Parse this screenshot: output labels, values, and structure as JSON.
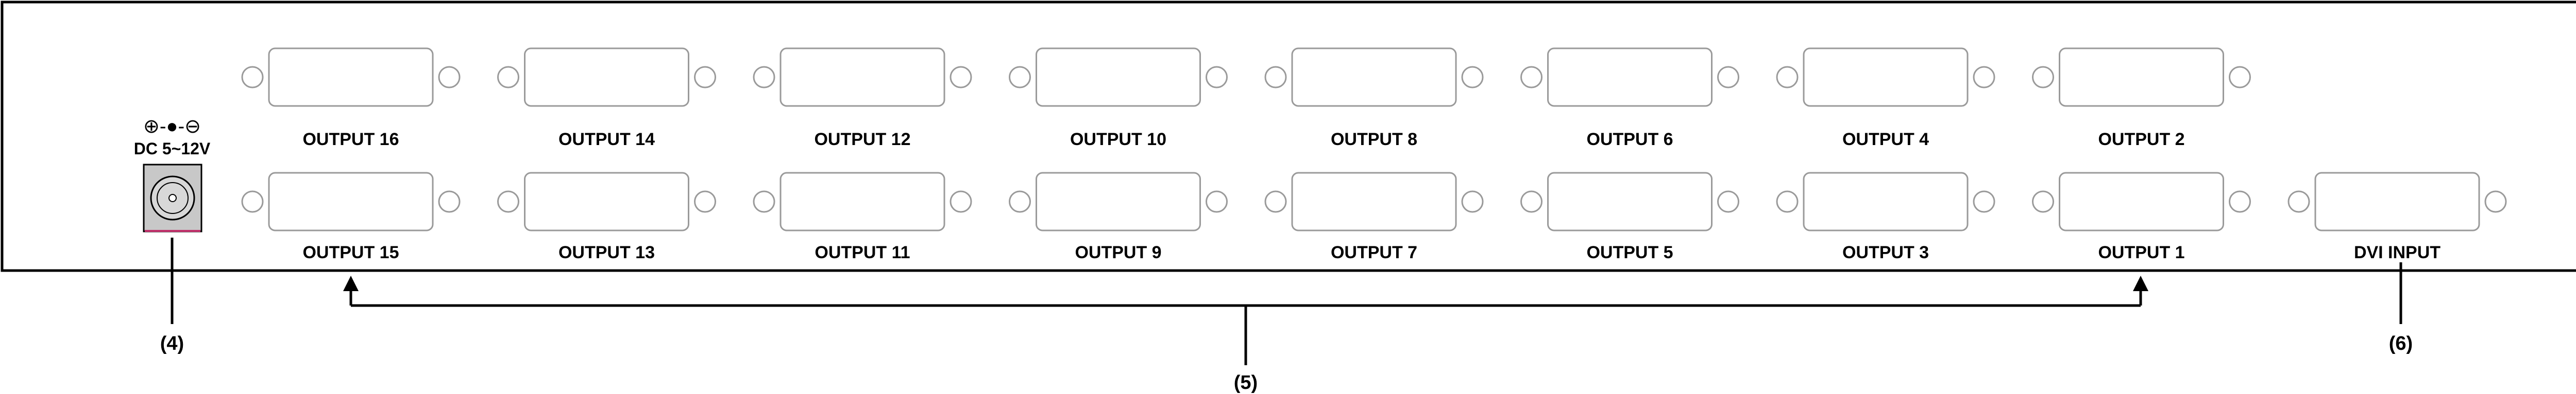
{
  "power": {
    "polarity_symbol": "⊕-●-⊖",
    "label": "DC 5~12V"
  },
  "ports": {
    "top_row": [
      "OUTPUT 16",
      "OUTPUT 14",
      "OUTPUT 12",
      "OUTPUT 10",
      "OUTPUT 8",
      "OUTPUT 6",
      "OUTPUT 4",
      "OUTPUT 2"
    ],
    "bottom_row": [
      "OUTPUT 15",
      "OUTPUT 13",
      "OUTPUT 11",
      "OUTPUT 9",
      "OUTPUT 7",
      "OUTPUT 5",
      "OUTPUT 3",
      "OUTPUT 1",
      "DVI INPUT"
    ]
  },
  "callouts": {
    "power": "(4)",
    "outputs": "(5)",
    "input": "(6)"
  },
  "colors": {
    "outline": "#000000",
    "port_outline": "#9a9a9a",
    "jack_body": "#c8c8c8",
    "jack_accent": "#c0306a"
  }
}
